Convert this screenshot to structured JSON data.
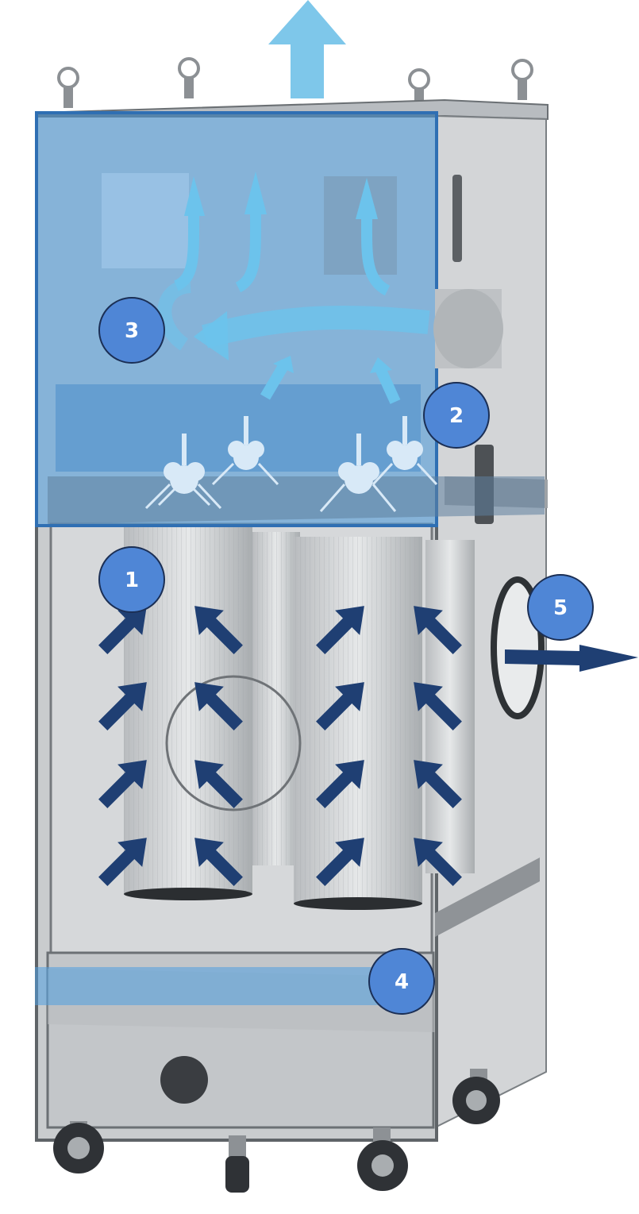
{
  "colors": {
    "background": "#ffffff",
    "cabinet_frame": "#5f6468",
    "cabinet_panel": "#c9ccce",
    "glass_tint": "#b7bcc0",
    "upper_blue_overlay": "#4f9fe0",
    "light_airflow_arrow": "#6cc3ec",
    "dark_airflow_arrow": "#1f3f73",
    "pulse_cloud": "#d8e9f7",
    "badge_fill": "#4f86d6",
    "badge_stroke": "#1b2f55",
    "badge_text": "#ffffff",
    "filter_cartridge": "#cfd2d4",
    "wheel": "#2f3236"
  },
  "badges": [
    {
      "id": "1",
      "label": "1"
    },
    {
      "id": "2",
      "label": "2"
    },
    {
      "id": "3",
      "label": "3"
    },
    {
      "id": "4",
      "label": "4"
    },
    {
      "id": "5",
      "label": "5"
    }
  ],
  "icons": {
    "exhaust": "up-arrow-icon",
    "intake": "inlet-arrow-icon",
    "flow": "diagonal-arrow-icon",
    "pulse": "pulse-burst-icon",
    "wheel": "caster-wheel-icon"
  }
}
